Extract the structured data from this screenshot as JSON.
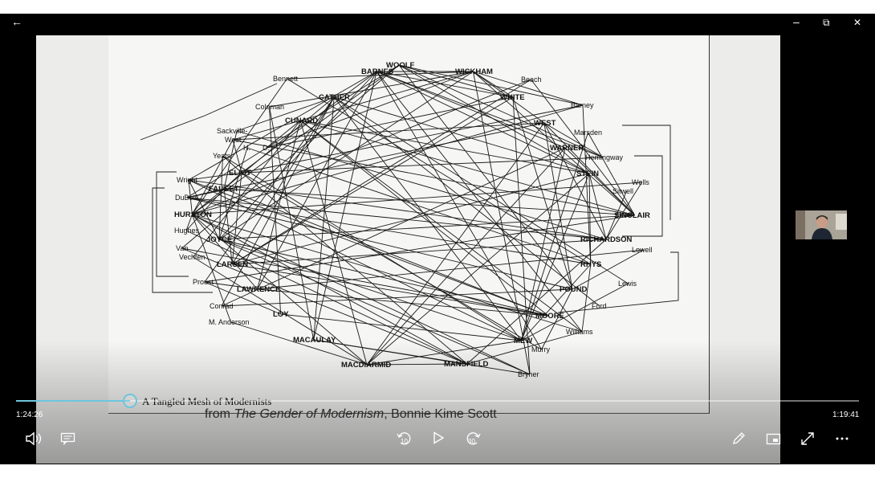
{
  "player": {
    "back_icon": "←",
    "minimize_icon": "–",
    "restore_icon": "⧉",
    "close_icon": "✕",
    "elapsed": "1:24:26",
    "remaining": "1:19:41",
    "progress_fraction": 0.135,
    "accent": "#6cc6de"
  },
  "slide": {
    "source_prefix": "from ",
    "source_title": "The Gender of Modernism",
    "source_suffix": ", Bonnie Kime Scott",
    "figure_caption": "A Tangled Mesh of Modernists",
    "names": [
      "WOOLF",
      "BARNES",
      "WICKHAM",
      "Bennett",
      "Beach",
      "CATHER",
      "WHITE",
      "Coleman",
      "Barney",
      "CUNARD",
      "WEST",
      "Sackville-",
      "West",
      "Marsden",
      "H.",
      "D.",
      "WARNER",
      "Yeats",
      "Hemingway",
      "ELIOT",
      "STEIN",
      "Wright",
      "Wells",
      "FAUSET",
      "Sitwell",
      "DuBois",
      "HURSTON",
      "SINCLAIR",
      "Hughes",
      "JOYCE",
      "RICHARDSON",
      "Van",
      "Vechten",
      "Lowell",
      "LARSEN",
      "RHYS",
      "Proust",
      "Lewis",
      "LAWRENCE",
      "POUND",
      "Conrad",
      "Ford",
      "LOY",
      "MOORE",
      "M. Anderson",
      "Williams",
      "MACAULAY",
      "MEW",
      "Murry",
      "MACDIARMID",
      "MANSFIELD",
      "Bryher"
    ]
  },
  "controls": {
    "rewind_label": "10",
    "forward_label": "30"
  }
}
